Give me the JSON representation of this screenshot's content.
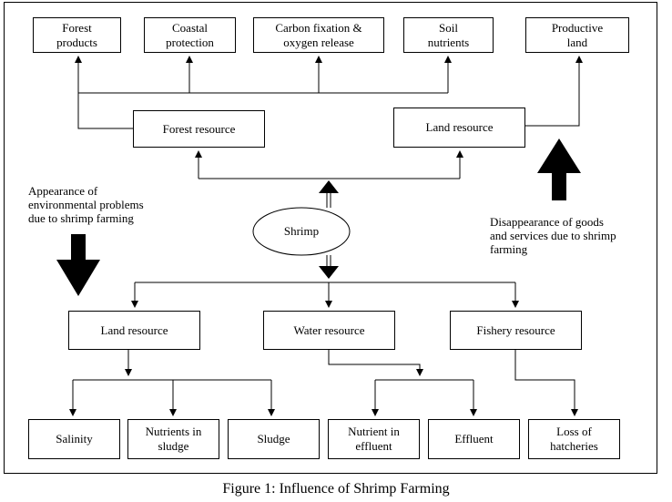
{
  "top_outputs": [
    {
      "label": "Forest\nproducts"
    },
    {
      "label": "Coastal\nprotection"
    },
    {
      "label": "Carbon fixation &\noxygen release"
    },
    {
      "label": "Soil\nnutrients"
    },
    {
      "label": "Productive\nland"
    }
  ],
  "resources_top": {
    "forest": "Forest resource",
    "land": "Land resource"
  },
  "center": "Shrimp",
  "notes": {
    "left": "Appearance of\nenvironmental problems\ndue to shrimp farming",
    "right": "Disappearance of goods\nand services due to shrimp\nfarming"
  },
  "resources_bottom": {
    "land": "Land resource",
    "water": "Water resource",
    "fishery": "Fishery resource"
  },
  "impacts": [
    {
      "label": "Salinity"
    },
    {
      "label": "Nutrients in\nsludge"
    },
    {
      "label": "Sludge"
    },
    {
      "label": "Nutrient in\neffluent"
    },
    {
      "label": "Effluent"
    },
    {
      "label": "Loss of\nhatcheries"
    }
  ],
  "caption": "Figure 1: Influence of Shrimp Farming"
}
